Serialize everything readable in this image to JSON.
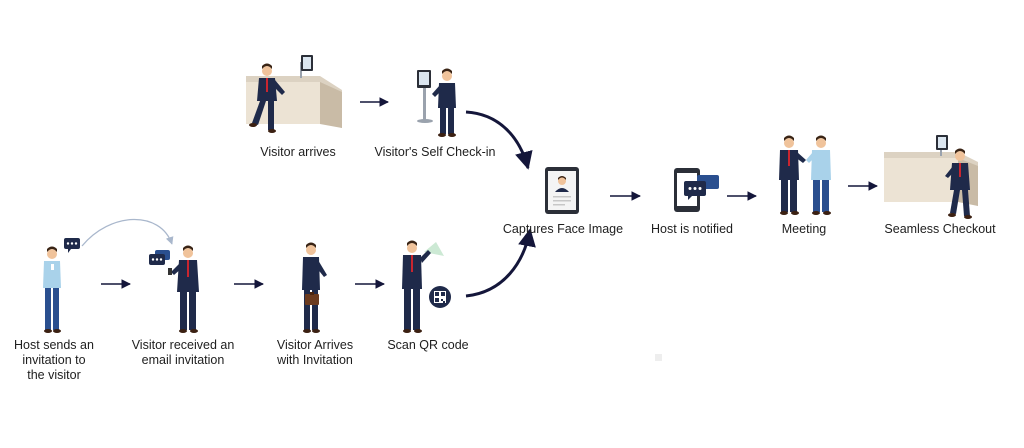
{
  "steps": {
    "visitor_arrives": "Visitor arrives",
    "self_checkin": "Visitor's Self Check-in",
    "host_sends": [
      "Host sends an",
      "invitation to",
      "the visitor"
    ],
    "visitor_received": [
      "Visitor received an",
      "email invitation"
    ],
    "arrives_with_invitation": [
      "Visitor Arrives",
      "with Invitation"
    ],
    "scan_qr": "Scan QR code",
    "captures_face": "Captures Face Image",
    "host_notified": "Host is notified",
    "meeting": "Meeting",
    "seamless_checkout": "Seamless Checkout"
  },
  "colors": {
    "navy": "#1f2a4a",
    "arrow": "#14163a",
    "shirt_blue": "#a9d2ea",
    "tie_red": "#c9252f",
    "counter": "#e8dcc8",
    "skin": "#f0c39b",
    "hair": "#3a2415"
  }
}
